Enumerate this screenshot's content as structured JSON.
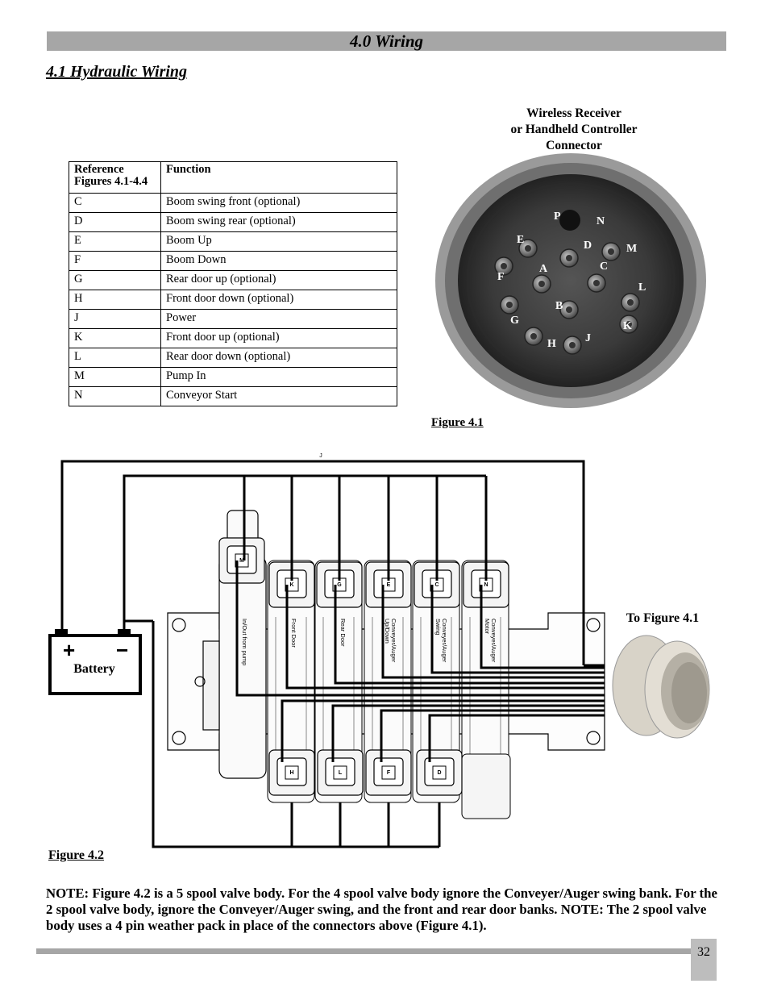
{
  "header": {
    "title": "4.0 Wiring"
  },
  "section": {
    "title": "4.1 Hydraulic Wiring"
  },
  "table": {
    "headers": [
      "Reference Figures 4.1-4.4",
      "Function"
    ],
    "rows": [
      [
        "C",
        "Boom swing front (optional)"
      ],
      [
        "D",
        "Boom swing rear (optional)"
      ],
      [
        "E",
        "Boom Up"
      ],
      [
        "F",
        "Boom Down"
      ],
      [
        "G",
        "Rear door up (optional)"
      ],
      [
        "H",
        "Front door down (optional)"
      ],
      [
        "J",
        "Power"
      ],
      [
        "K",
        "Front door up (optional)"
      ],
      [
        "L",
        "Rear door down (optional)"
      ],
      [
        "M",
        "Pump In"
      ],
      [
        "N",
        "Conveyor Start"
      ]
    ]
  },
  "figure1": {
    "label_line1": "Wireless Receiver",
    "label_line2": "or Handheld Controller",
    "label_line3": "Connector",
    "pins": [
      "P",
      "N",
      "E",
      "D",
      "M",
      "A",
      "C",
      "F",
      "L",
      "B",
      "G",
      "K",
      "J",
      "H"
    ],
    "caption": "Figure 4.1"
  },
  "figure2": {
    "caption": "Figure 4.2",
    "to_figure": "To Figure 4.1",
    "battery": "Battery",
    "battery_plus": "+",
    "battery_minus": "−",
    "wire_j": "J",
    "top_pins": [
      "M",
      "K",
      "G",
      "E",
      "C",
      "N"
    ],
    "bottom_pins": [
      "H",
      "L",
      "F",
      "D"
    ],
    "spool_labels": [
      "In/Out from pump",
      "Front Door",
      "Rear Door",
      "Conveyer/Auger Up/Down",
      "Conveyer/Auger Swing",
      "Conveyer/Auger Motor"
    ]
  },
  "note": {
    "text": "NOTE: Figure 4.2 is a 5 spool valve body.  For the 4 spool valve body ignore the Conveyer/Auger swing bank.  For the 2 spool valve body, ignore the Conveyer/Auger swing, and the front and rear door banks.  NOTE: The 2 spool valve body uses a 4 pin weather pack in place of the connectors above (Figure 4.1)."
  },
  "footer": {
    "page_number": "32"
  }
}
